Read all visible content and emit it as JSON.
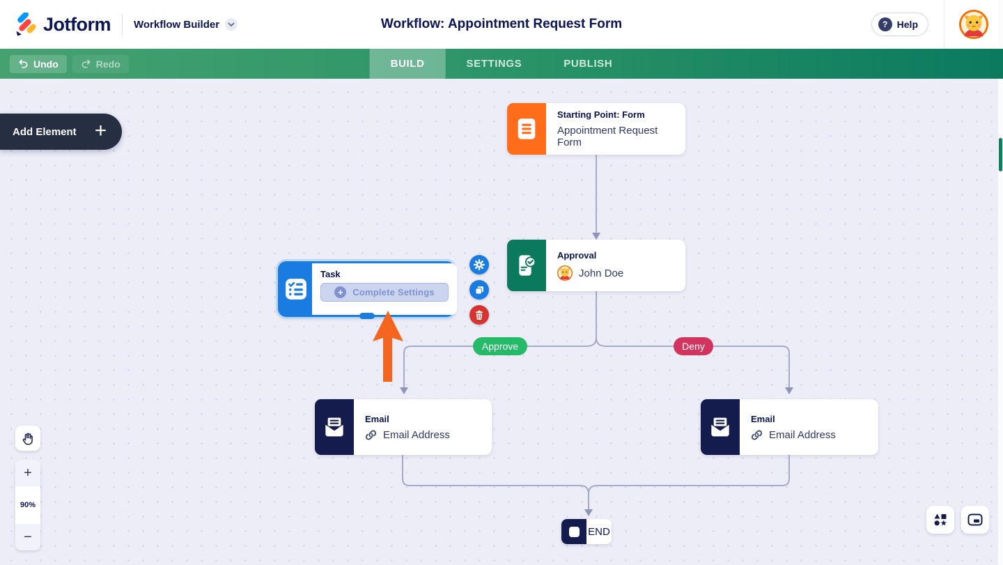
{
  "header": {
    "brand": "Jotform",
    "product": "Workflow Builder",
    "title": "Workflow: Appointment Request Form",
    "help_label": "Help",
    "help_glyph": "?"
  },
  "toolbar": {
    "undo_label": "Undo",
    "redo_label": "Redo",
    "active_tab": "BUILD",
    "tabs": [
      {
        "label": "BUILD"
      },
      {
        "label": "SETTINGS"
      },
      {
        "label": "PUBLISH"
      }
    ]
  },
  "canvas": {
    "add_element_label": "Add Element",
    "add_element_glyph": "+",
    "nodes": {
      "start": {
        "type_label": "Starting Point: Form",
        "value": "Appointment Request Form"
      },
      "approval": {
        "type_label": "Approval",
        "assignee": "John Doe"
      },
      "task": {
        "type_label": "Task",
        "action_label": "Complete Settings",
        "action_glyph": "+"
      },
      "email_approve": {
        "type_label": "Email",
        "value": "Email Address"
      },
      "email_deny": {
        "type_label": "Email",
        "value": "Email Address"
      },
      "end": {
        "label": "END"
      }
    },
    "branches": {
      "approve_label": "Approve",
      "deny_label": "Deny"
    },
    "zoom_controls": {
      "level": "90%",
      "zoom_in_glyph": "+",
      "zoom_out_glyph": "−"
    }
  },
  "colors": {
    "brand_navy": "#0a1551",
    "toolbar_green_left": "#46a171",
    "toolbar_green_right": "#0b7a5e",
    "node_orange": "#ff6d1b",
    "node_green": "#0b7a5c",
    "node_blue": "#1a7be0",
    "node_navy": "#141b4d",
    "approve_green": "#25ba68",
    "deny_red": "#d1355e",
    "delete_red": "#d7342f",
    "connector_gray": "#a6aac8",
    "pointer_orange": "#f4651f"
  }
}
